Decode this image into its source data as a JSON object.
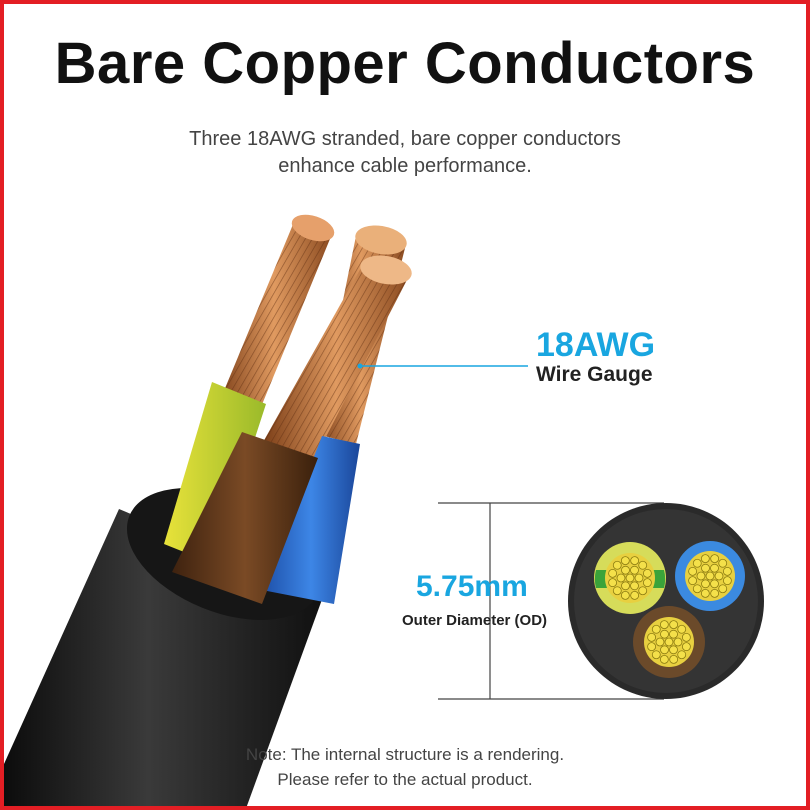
{
  "title": "Bare Copper Conductors",
  "subtitle": {
    "line1": "Three 18AWG stranded, bare copper conductors",
    "line2": "enhance cable performance."
  },
  "gauge": {
    "value": "18AWG",
    "label": "Wire Gauge"
  },
  "diameter": {
    "value": "5.75mm",
    "label": "Outer Diameter (OD)"
  },
  "note": {
    "line1": "Note: The internal structure is a rendering.",
    "line2": "Please refer to the actual product."
  },
  "colors": {
    "border": "#e31e24",
    "accent": "#19a6e0",
    "jacket": "#1a1a1a",
    "copper": "#c8743a",
    "wire_yellow_green": "#c9d23a",
    "wire_brown": "#5a3419",
    "wire_blue": "#2f6fd0"
  }
}
